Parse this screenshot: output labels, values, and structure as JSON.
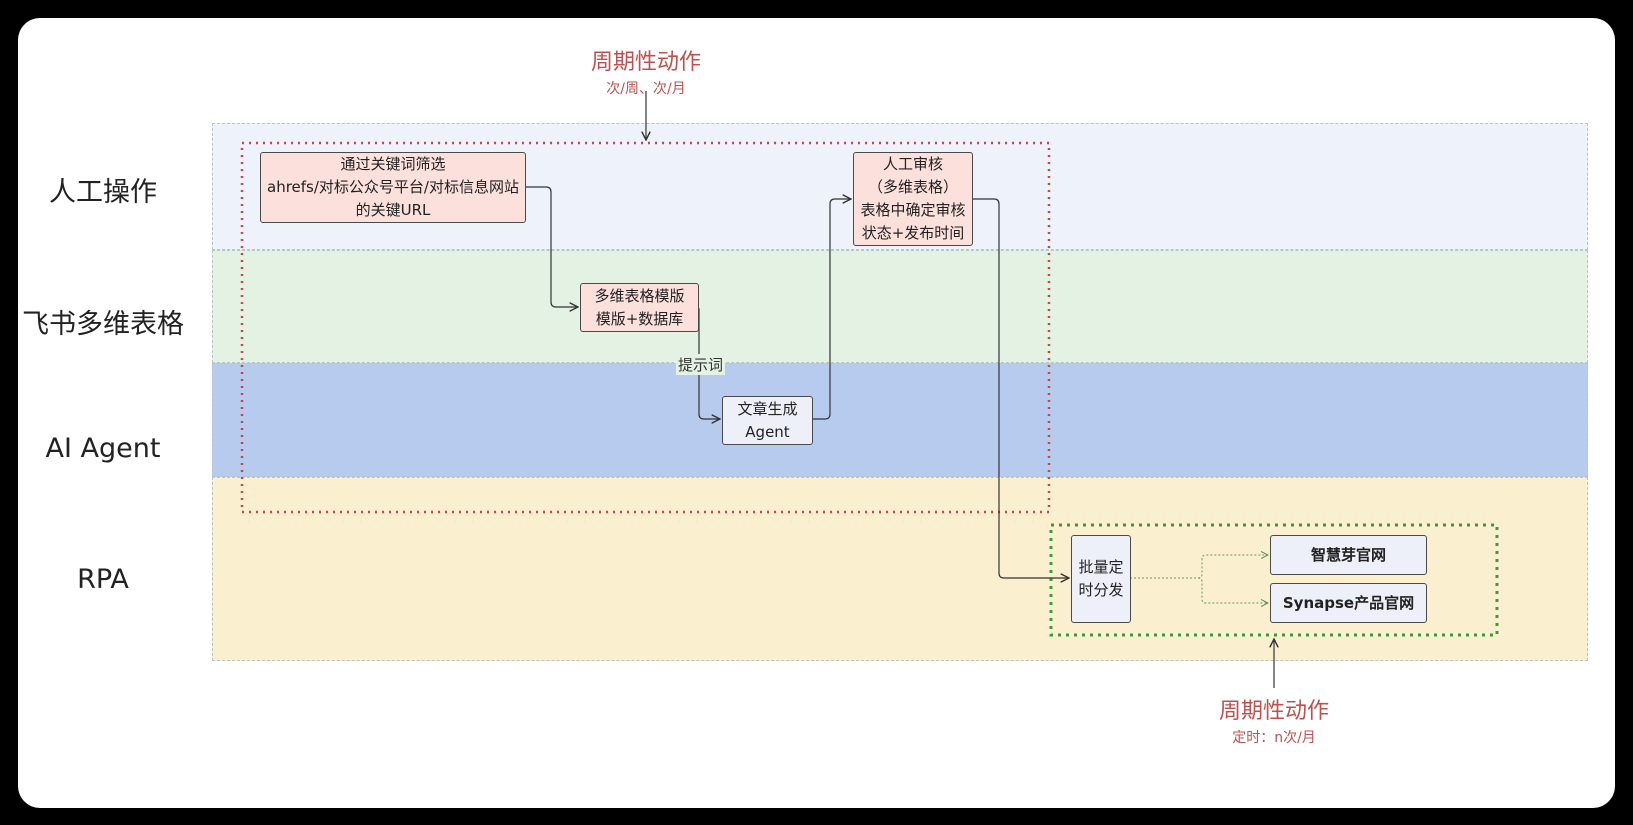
{
  "colors": {
    "lane_manual": "#eef2fa",
    "lane_feishu": "#e3f2e3",
    "lane_agent": "#b7cbee",
    "lane_rpa": "#faefce",
    "node_pink": "#fbe0dc",
    "node_blue": "#edf0f8",
    "red_dotted": "#cc4444",
    "green_dotted": "#3c9a3c",
    "red_text": "#c0504d"
  },
  "lanes": [
    {
      "label": "人工操作"
    },
    {
      "label": "飞书多维表格"
    },
    {
      "label": "AI Agent"
    },
    {
      "label": "RPA"
    }
  ],
  "nodes": {
    "keyword_filter": {
      "lines": [
        "通过关键词筛选",
        "ahrefs/对标公众号平台/对标信息网站",
        "的关键URL"
      ]
    },
    "bitable_template": {
      "lines": [
        "多维表格模版",
        "模版+数据库"
      ]
    },
    "article_agent": {
      "lines": [
        "文章生成",
        "Agent"
      ]
    },
    "manual_review": {
      "lines": [
        "人工审核",
        "（多维表格）",
        "表格中确定审核",
        "状态+发布时间"
      ]
    },
    "batch_publish": {
      "lines": [
        "批量定",
        "时分发"
      ]
    },
    "site_zhihuiya": {
      "label": "智慧芽官网"
    },
    "site_synapse": {
      "label": "Synapse产品官网"
    }
  },
  "edge_labels": {
    "prompt": "提示词"
  },
  "annotations": {
    "top": {
      "title": "周期性动作",
      "subtitle": "次/周、次/月"
    },
    "bottom": {
      "title": "周期性动作",
      "subtitle": "定时：n次/月"
    }
  }
}
